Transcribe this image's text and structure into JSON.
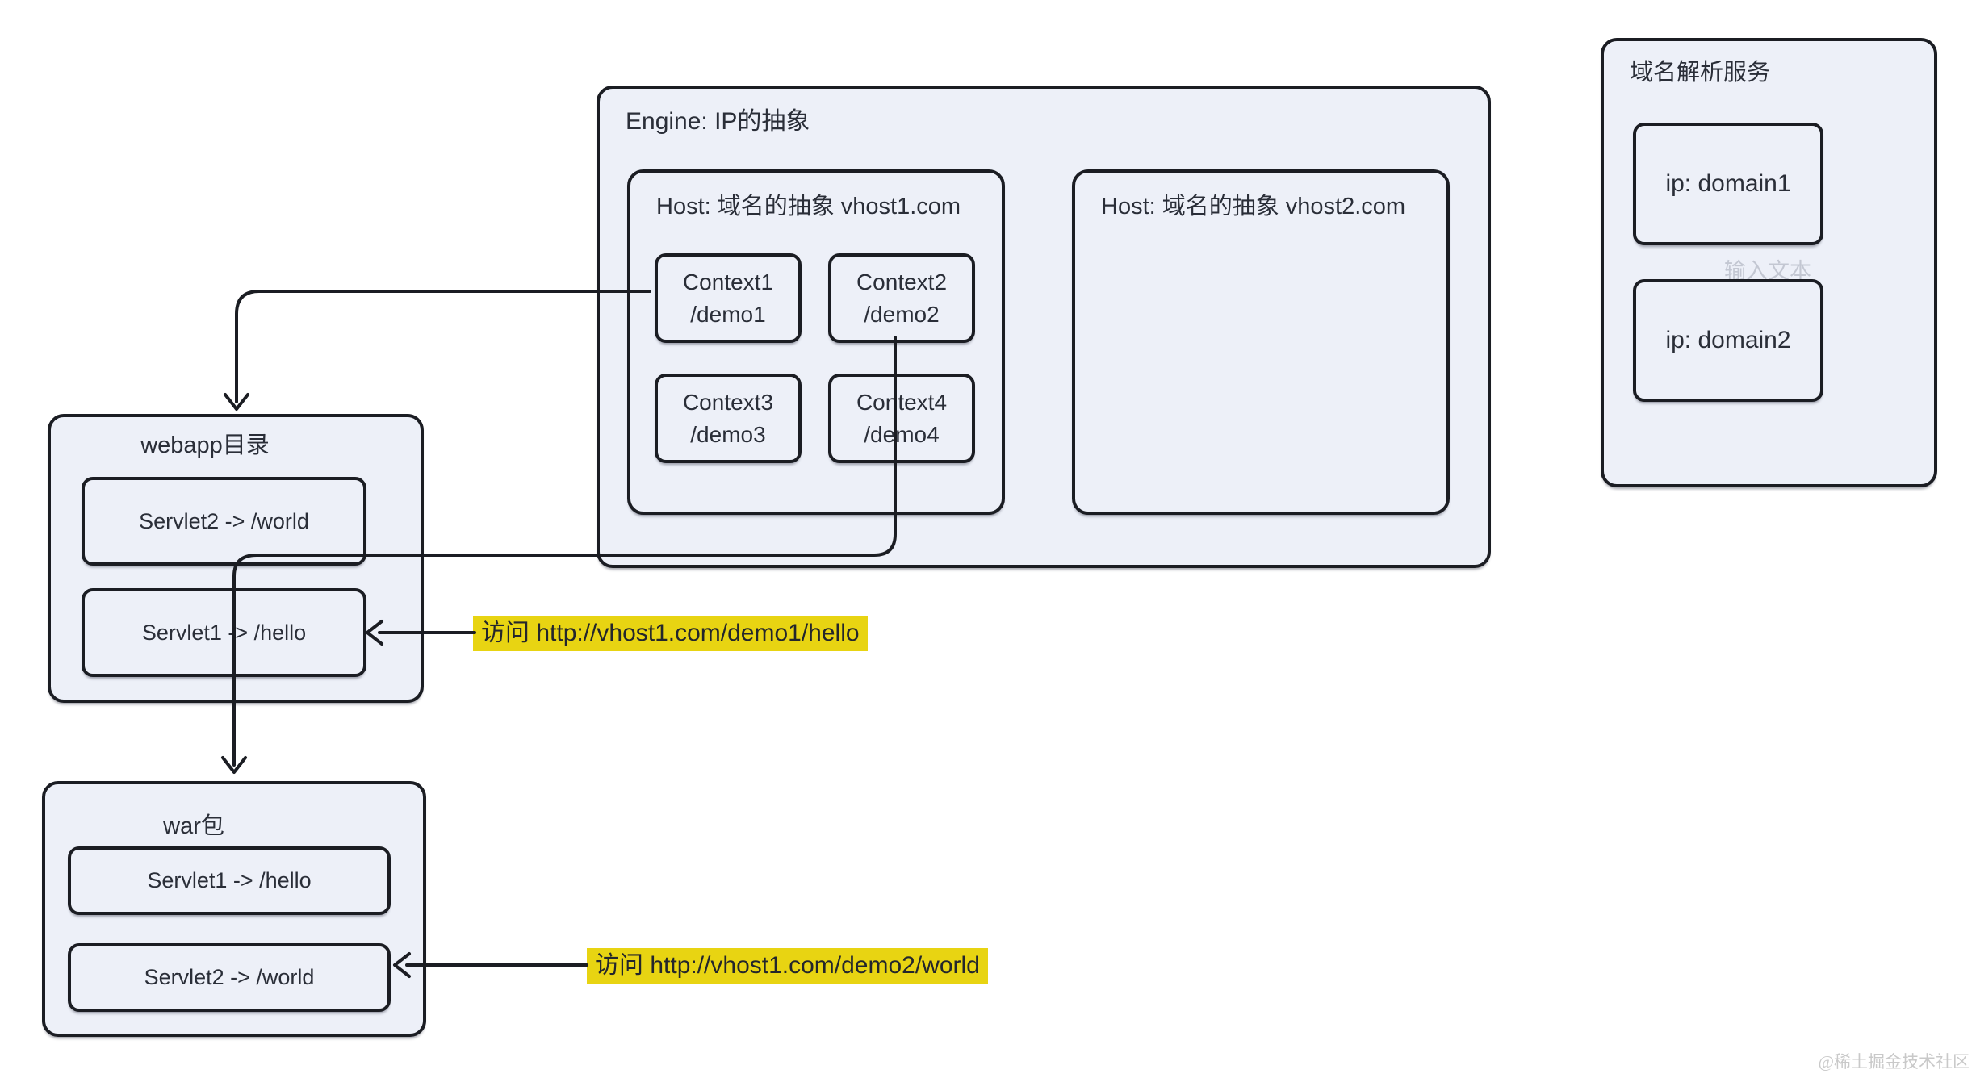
{
  "colors": {
    "box_fill": "#edf0f8",
    "stroke": "#1b1d23",
    "text": "#2a2e38",
    "highlight_bg": "#e8d412",
    "highlight_text": "#23262c",
    "faint_text": "#c3c7d2",
    "watermark": "#c9c9c9"
  },
  "engine": {
    "title": "Engine: IP的抽象"
  },
  "hosts": [
    {
      "title": "Host: 域名的抽象 vhost1.com",
      "contexts": [
        {
          "name": "Context1",
          "path": "/demo1"
        },
        {
          "name": "Context2",
          "path": "/demo2"
        },
        {
          "name": "Context3",
          "path": "/demo3"
        },
        {
          "name": "Context4",
          "path": "/demo4"
        }
      ]
    },
    {
      "title": "Host: 域名的抽象 vhost2.com",
      "contexts": []
    }
  ],
  "dns": {
    "title": "域名解析服务",
    "entries": [
      "ip: domain1",
      "ip: domain2"
    ],
    "placeholder_text": "输入文本"
  },
  "webapp": {
    "title": "webapp目录",
    "servlets": [
      "Servlet2 -> /world",
      "Servlet1 -> /hello"
    ]
  },
  "war": {
    "title": "war包",
    "servlets": [
      "Servlet1 -> /hello",
      "Servlet2 -> /world"
    ]
  },
  "annotations": [
    {
      "text": "访问 http://vhost1.com/demo1/hello"
    },
    {
      "text": "访问 http://vhost1.com/demo2/world"
    }
  ],
  "watermark": "@稀土掘金技术社区"
}
